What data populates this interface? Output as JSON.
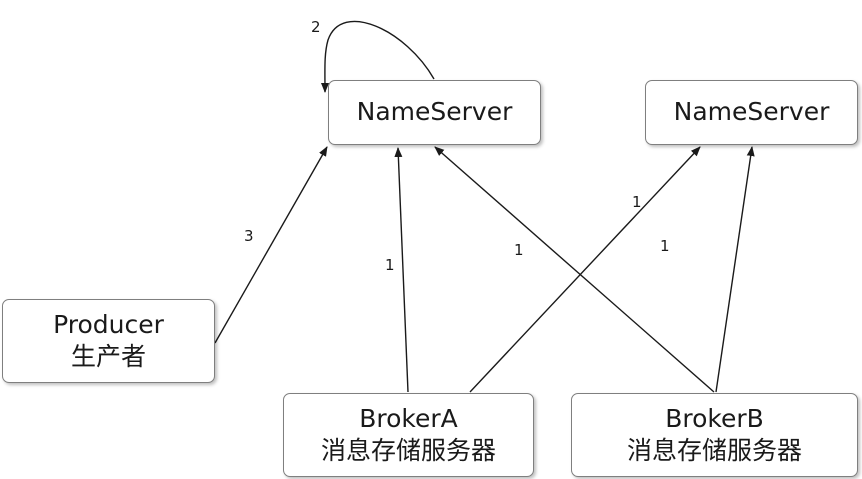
{
  "nodes": {
    "nameserver_1": {
      "label": "NameServer"
    },
    "nameserver_2": {
      "label": "NameServer"
    },
    "producer": {
      "line1": "Producer",
      "line2": "生产者"
    },
    "broker_a": {
      "line1": "BrokerA",
      "line2": "消息存储服务器"
    },
    "broker_b": {
      "line1": "BrokerB",
      "line2": "消息存储服务器"
    }
  },
  "edges": [
    {
      "from": "nameserver_1",
      "to": "nameserver_1",
      "label": "2"
    },
    {
      "from": "producer",
      "to": "nameserver_1",
      "label": "3"
    },
    {
      "from": "broker_a",
      "to": "nameserver_1",
      "label": "1"
    },
    {
      "from": "broker_a",
      "to": "nameserver_2",
      "label": "1"
    },
    {
      "from": "broker_b",
      "to": "nameserver_1",
      "label": "1"
    },
    {
      "from": "broker_b",
      "to": "nameserver_2",
      "label": "1"
    }
  ],
  "colors": {
    "line": "#1a1a1a",
    "border": "#7f7f7f"
  }
}
